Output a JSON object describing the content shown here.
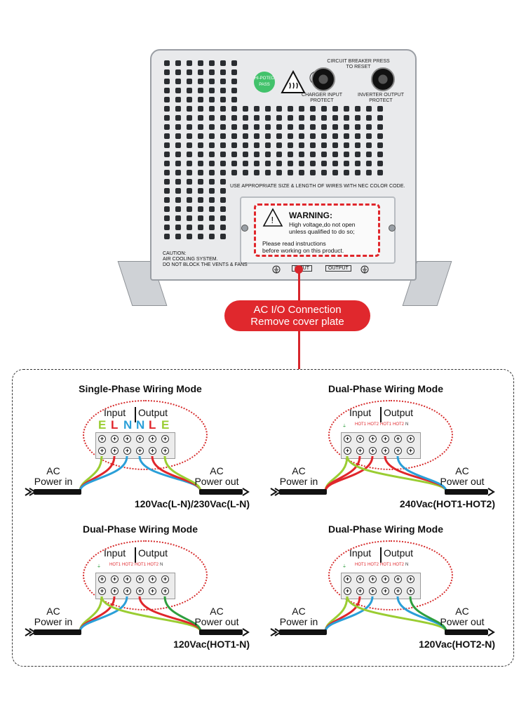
{
  "device": {
    "badge": "HI-POTED PASS",
    "breaker_title": "CIRCUIT BREAKER PRESS TO RESET",
    "charger_label": "CHARGER INPUT PROTECT",
    "inverter_label": "INVERTER OUTPUT PROTECT",
    "wire_note": "USE APPROPRIATE SIZE & LENGTH OF WIRES WITH NEC COLOR CODE.",
    "warning_title": "WARNING:",
    "warning_line1": "High voltage,do not open",
    "warning_line2": "unless qualified to do so;",
    "warning_line3": "Please read instructions",
    "warning_line4": "before working on this product.",
    "input_label": "INPUT",
    "output_label": "OUTPUT",
    "caution_title": "CAUTION:",
    "caution_line1": "AIR COOLING SYSTEM.",
    "caution_line2": "DO NOT BLOCK THE VENTS & FANS"
  },
  "callout": {
    "line1": "AC I/O Connection",
    "line2": "Remove cover plate"
  },
  "modes": [
    {
      "title": "Single-Phase Wiring Mode",
      "input": "Input",
      "output": "Output",
      "terminals": [
        "E",
        "L",
        "N",
        "N",
        "L",
        "E"
      ],
      "ac_in": [
        "AC",
        "Power in"
      ],
      "ac_out": [
        "AC",
        "Power out"
      ],
      "voltage": "120Vac(L-N)/230Vac(L-N)"
    },
    {
      "title": "Dual-Phase Wiring Mode",
      "input": "Input",
      "output": "Output",
      "terminals": [
        "⏚",
        "HOT1",
        "HOT2",
        "HOT1",
        "HOT2",
        "N"
      ],
      "ac_in": [
        "AC",
        "Power in"
      ],
      "ac_out": [
        "AC",
        "Power out"
      ],
      "voltage": "240Vac(HOT1-HOT2)"
    },
    {
      "title": "Dual-Phase Wiring Mode",
      "input": "Input",
      "output": "Output",
      "terminals": [
        "⏚",
        "HOT1",
        "HOT2",
        "HOT1",
        "HOT2",
        "N"
      ],
      "ac_in": [
        "AC",
        "Power in"
      ],
      "ac_out": [
        "AC",
        "Power out"
      ],
      "voltage": "120Vac(HOT1-N)"
    },
    {
      "title": "Dual-Phase Wiring Mode",
      "input": "Input",
      "output": "Output",
      "terminals": [
        "⏚",
        "HOT1",
        "HOT2",
        "HOT1",
        "HOT2",
        "N"
      ],
      "ac_in": [
        "AC",
        "Power in"
      ],
      "ac_out": [
        "AC",
        "Power out"
      ],
      "voltage": "120Vac(HOT2-N)"
    }
  ],
  "colors": {
    "accent": "#e0282d",
    "wire_green": "#9acd32",
    "wire_red": "#e0262b",
    "wire_blue": "#2a9fd8",
    "wire_dkgreen": "#2e9e3e"
  }
}
